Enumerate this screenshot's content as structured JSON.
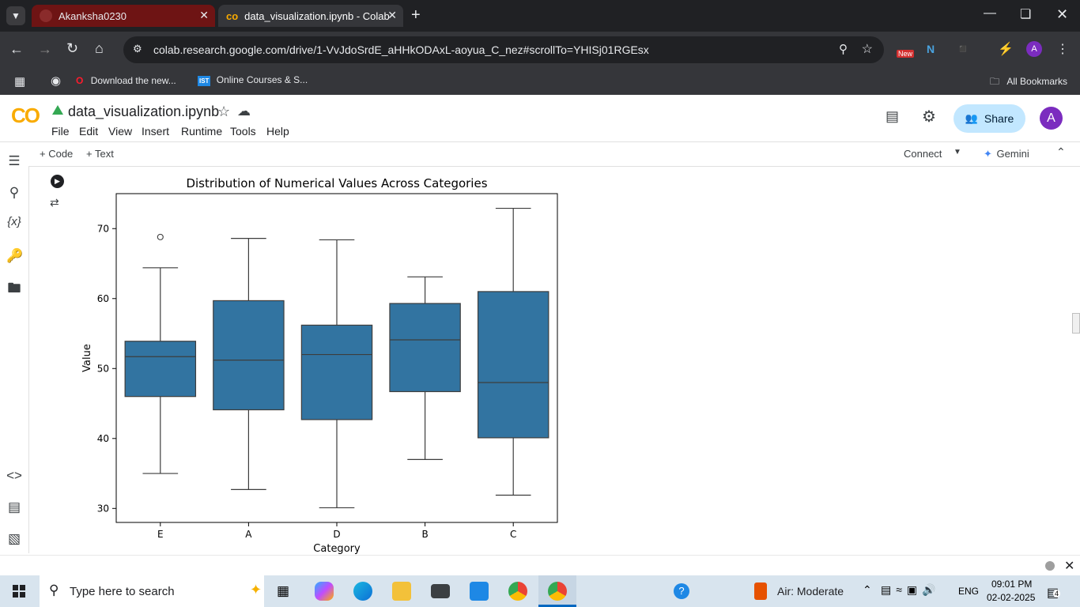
{
  "browser": {
    "tabs": [
      {
        "title": "Akanksha0230"
      },
      {
        "title": "data_visualization.ipynb - Colab"
      }
    ],
    "url": "colab.research.google.com/drive/1-VvJdoSrdE_aHHkODAxL-aoyua_C_nez#scrollTo=YHISj01RGEsx",
    "bookmarks": [
      {
        "label": "Download the new..."
      },
      {
        "label": "Online Courses & S..."
      }
    ],
    "all_bookmarks": "All Bookmarks",
    "new_badge": "New",
    "profile_initial": "A"
  },
  "colab": {
    "logo": "CO",
    "notebook_title": "data_visualization.ipynb",
    "menu": [
      "File",
      "Edit",
      "View",
      "Insert",
      "Runtime",
      "Tools",
      "Help"
    ],
    "share_label": "Share",
    "avatar_initial": "A",
    "toolbar": {
      "add_code": "+ Code",
      "add_text": "+ Text",
      "connect": "Connect",
      "gemini": "Gemini"
    }
  },
  "chart_data": {
    "type": "box",
    "title": "Distribution of Numerical Values Across Categories",
    "xlabel": "Category",
    "ylabel": "Value",
    "ylim": [
      28,
      75
    ],
    "yticks": [
      30,
      40,
      50,
      60,
      70
    ],
    "categories": [
      "E",
      "A",
      "D",
      "B",
      "C"
    ],
    "boxes": [
      {
        "category": "E",
        "whisker_low": 35.0,
        "q1": 46.0,
        "median": 51.7,
        "q3": 53.9,
        "whisker_high": 64.4,
        "outliers": [
          68.8
        ]
      },
      {
        "category": "A",
        "whisker_low": 32.7,
        "q1": 44.1,
        "median": 51.2,
        "q3": 59.7,
        "whisker_high": 68.6,
        "outliers": []
      },
      {
        "category": "D",
        "whisker_low": 30.1,
        "q1": 42.7,
        "median": 52.0,
        "q3": 56.2,
        "whisker_high": 68.4,
        "outliers": []
      },
      {
        "category": "B",
        "whisker_low": 37.0,
        "q1": 46.7,
        "median": 54.1,
        "q3": 59.3,
        "whisker_high": 63.1,
        "outliers": []
      },
      {
        "category": "C",
        "whisker_low": 31.9,
        "q1": 40.1,
        "median": 48.0,
        "q3": 61.0,
        "whisker_high": 72.9,
        "outliers": []
      }
    ],
    "box_color": "#3274a1"
  },
  "taskbar": {
    "search_placeholder": "Type here to search",
    "weather": "Air: Moderate",
    "language": "ENG",
    "time": "09:01 PM",
    "date": "02-02-2025",
    "notifications": "4"
  }
}
